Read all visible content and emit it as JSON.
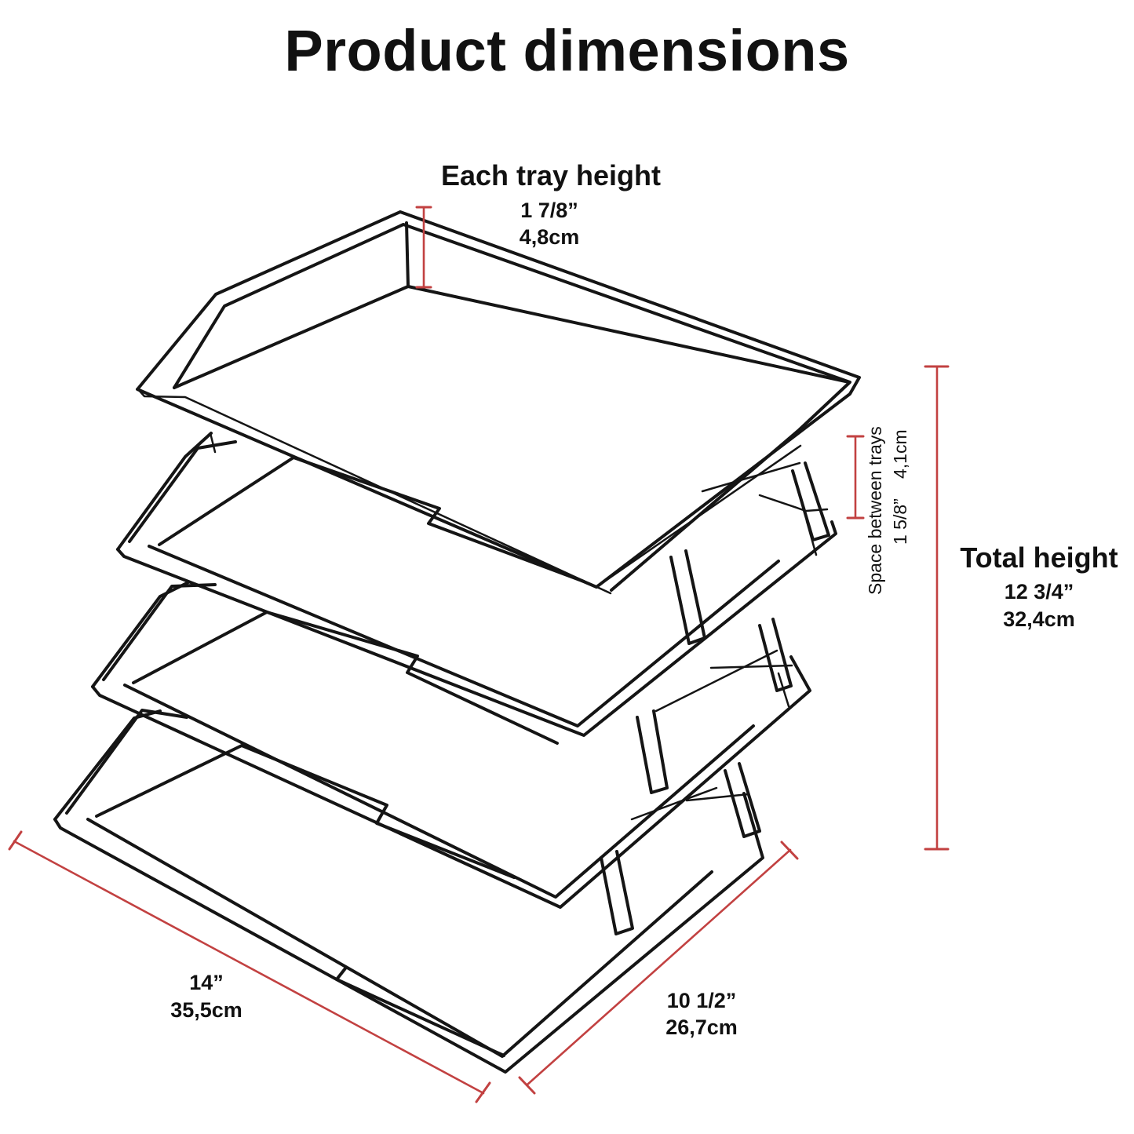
{
  "title": "Product dimensions",
  "tray_height": {
    "heading": "Each tray height",
    "inches": "1 7/8”",
    "cm": "4,8cm"
  },
  "space_between_trays": {
    "heading": "Space between trays",
    "inches": "1 5/8”",
    "cm": "4,1cm"
  },
  "total_height": {
    "heading": "Total height",
    "inches": "12 3/4”",
    "cm": "32,4cm"
  },
  "width_dimension": {
    "inches": "14”",
    "cm": "35,5cm"
  },
  "depth_dimension": {
    "inches": "10 1/2”",
    "cm": "26,7cm"
  },
  "colors": {
    "dimension_line": "#c24141",
    "drawing_line": "#151515"
  }
}
